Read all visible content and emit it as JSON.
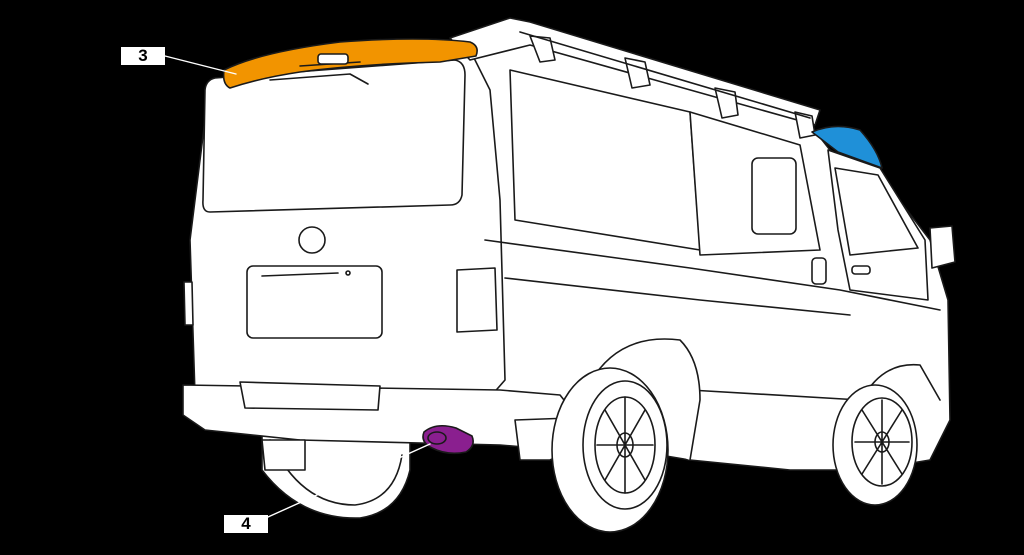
{
  "callouts": [
    {
      "label": "3",
      "part": "rear-roof-spoiler",
      "color": "#f29400"
    },
    {
      "label": "4",
      "part": "exhaust-muffler-cutter",
      "color": "#8a1f8f"
    }
  ],
  "highlights": {
    "front_visor_color": "#1f90d8"
  },
  "palette": {
    "background": "#000000",
    "body_fill": "#ffffff",
    "outline": "#1a1a1a"
  }
}
